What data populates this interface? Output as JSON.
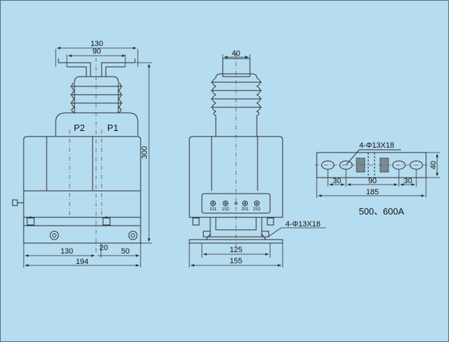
{
  "colors": {
    "background": "#b6dcef",
    "line": "#2a2a2a",
    "centerline": "#555555"
  },
  "front_view": {
    "width_outer": "130",
    "width_inner": "90",
    "height": "300",
    "terminal_left": "P2",
    "terminal_right": "P1",
    "base_left": "130",
    "base_gap": "20",
    "base_right": "50",
    "base_total": "194"
  },
  "side_view": {
    "top_width": "40",
    "terminals": [
      "1S1",
      "1S2",
      "2S1",
      "2S2"
    ],
    "hole_spec": "4-Φ13X18",
    "base_inner": "125",
    "base_total": "155"
  },
  "busbar": {
    "hole_spec": "4-Φ13X18",
    "height": "40",
    "seg_left": "30",
    "seg_mid": "90",
    "seg_right": "30",
    "total": "185",
    "rating": "500、600A"
  }
}
